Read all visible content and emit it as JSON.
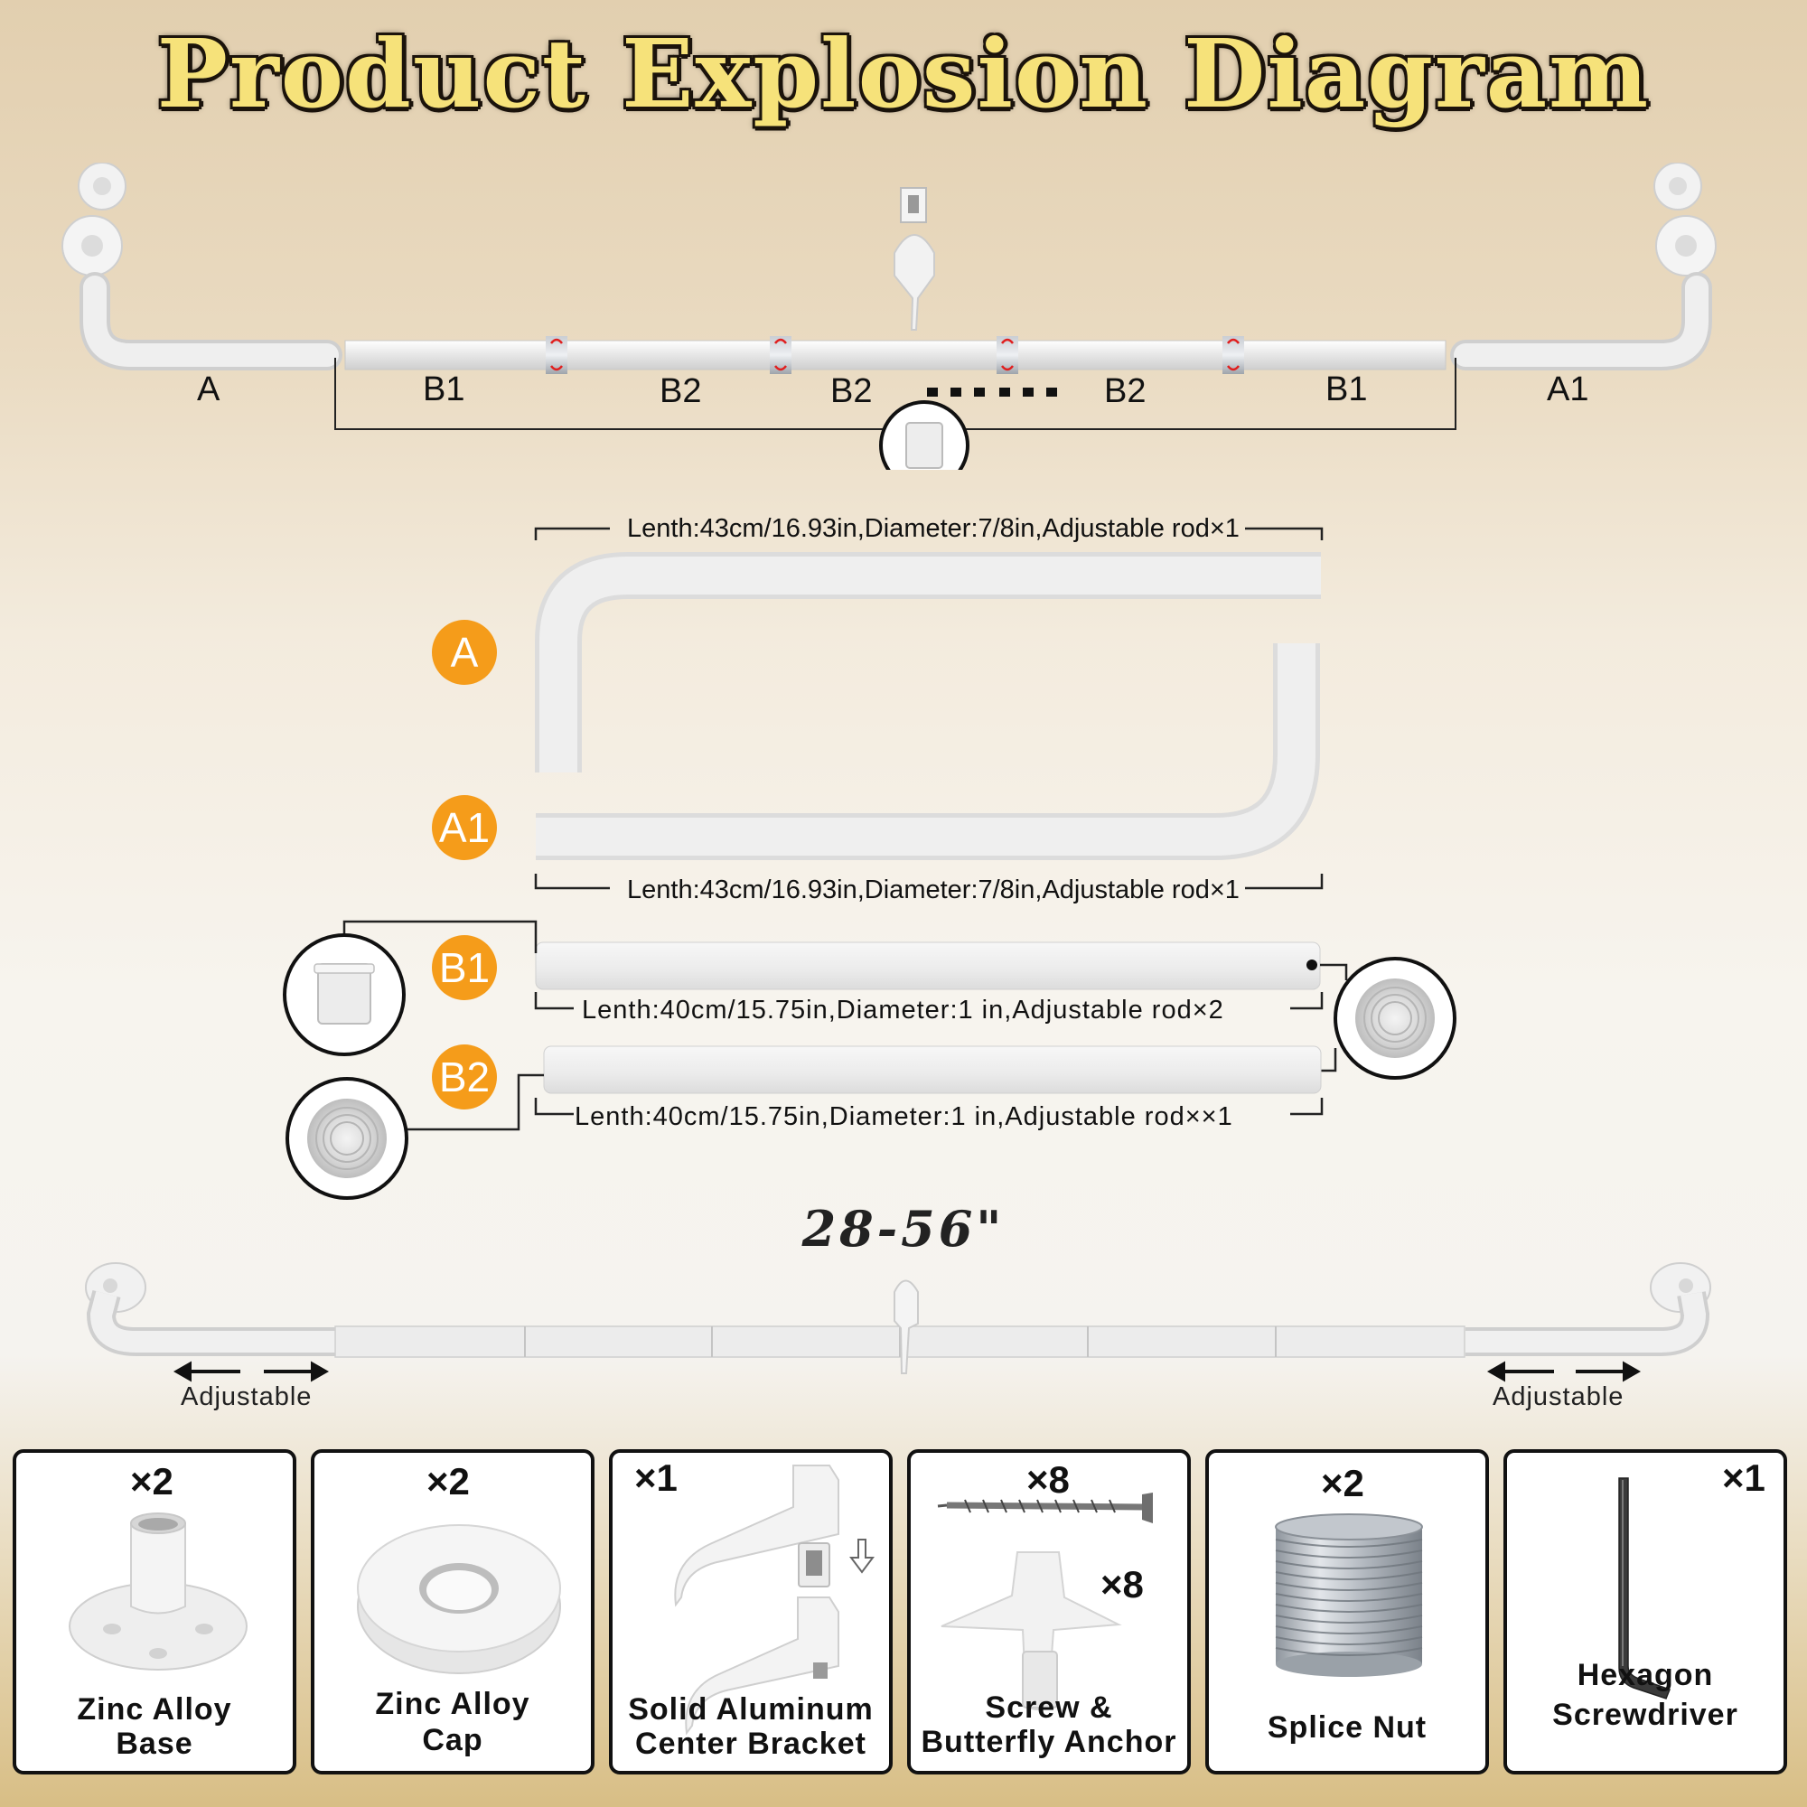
{
  "title": "Product Explosion Diagram",
  "explosion": {
    "labels": [
      "A",
      "B1",
      "B2",
      "B2",
      "B2",
      "B1",
      "A1"
    ]
  },
  "parts": {
    "A": {
      "badge": "A",
      "dimension": "Lenth:43cm/16.93in,Diameter:7/8in,Adjustable rod×1"
    },
    "A1": {
      "badge": "A1",
      "dimension": "Lenth:43cm/16.93in,Diameter:7/8in,Adjustable rod×1"
    },
    "B1": {
      "badge": "B1",
      "dimension": "Lenth:40cm/15.75in,Diameter:1 in,Adjustable rod×2"
    },
    "B2": {
      "badge": "B2",
      "dimension": "Lenth:40cm/15.75in,Diameter:1 in,Adjustable rod××1"
    }
  },
  "assembled": {
    "range": "28-56\"",
    "adjustable_left": "Adjustable",
    "adjustable_right": "Adjustable"
  },
  "accessories": [
    {
      "qty": "×2",
      "name_line1": "Zinc Alloy",
      "name_line2": "Base"
    },
    {
      "qty": "×2",
      "name_line1": "Zinc Alloy",
      "name_line2": "Cap"
    },
    {
      "qty": "×1",
      "name_line1": "Solid Aluminum",
      "name_line2": "Center Bracket"
    },
    {
      "qty": "×8",
      "qty2": "×8",
      "name_line1": "Screw &",
      "name_line2": "Butterfly Anchor"
    },
    {
      "qty": "×2",
      "name_line1": "Splice Nut",
      "name_line2": ""
    },
    {
      "qty": "×1",
      "name_line1": "Hexagon",
      "name_line2": "Screwdriver"
    }
  ],
  "colors": {
    "title_fill": "#f6e27a",
    "badge": "#f59c1a",
    "rod": "#e9e9e9"
  }
}
